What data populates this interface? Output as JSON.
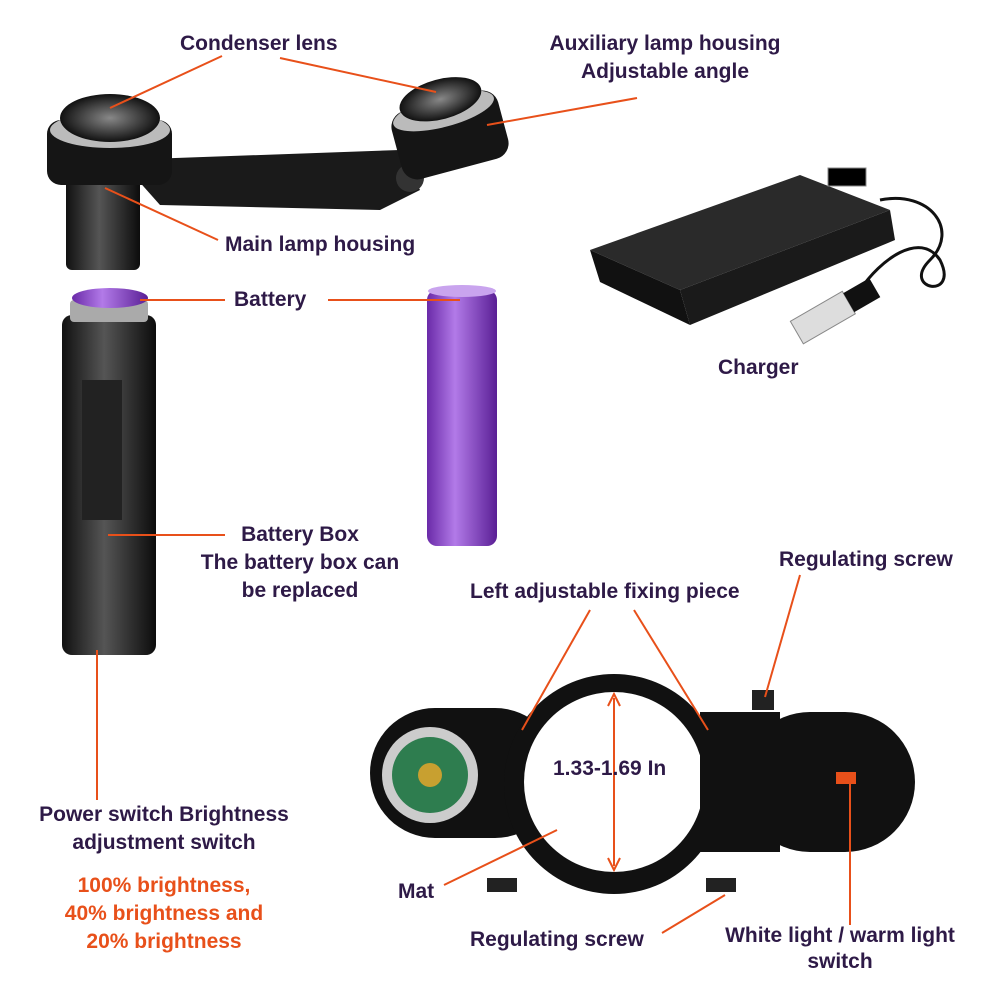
{
  "colors": {
    "text": "#2e1a47",
    "accent": "#e8501a",
    "battery": "#9b4fd6"
  },
  "labels": {
    "condenser_lens": "Condenser lens",
    "aux_housing_1": "Auxiliary lamp housing",
    "aux_housing_2": "Adjustable angle",
    "main_housing": "Main lamp housing",
    "battery": "Battery",
    "charger": "Charger",
    "battery_box_1": "Battery Box",
    "battery_box_2": "The battery box can",
    "battery_box_3": "be replaced",
    "regulating_screw_top": "Regulating screw",
    "left_fixing_piece": "Left adjustable fixing piece",
    "dimension": "1.33-1.69 In",
    "power_switch_1": "Power switch Brightness",
    "power_switch_2": "adjustment switch",
    "brightness_1": "100% brightness,",
    "brightness_2": "40% brightness and",
    "brightness_3": "20% brightness",
    "mat": "Mat",
    "regulating_screw_bottom": "Regulating screw",
    "white_warm_1": "White light / warm light",
    "white_warm_2": "switch"
  }
}
